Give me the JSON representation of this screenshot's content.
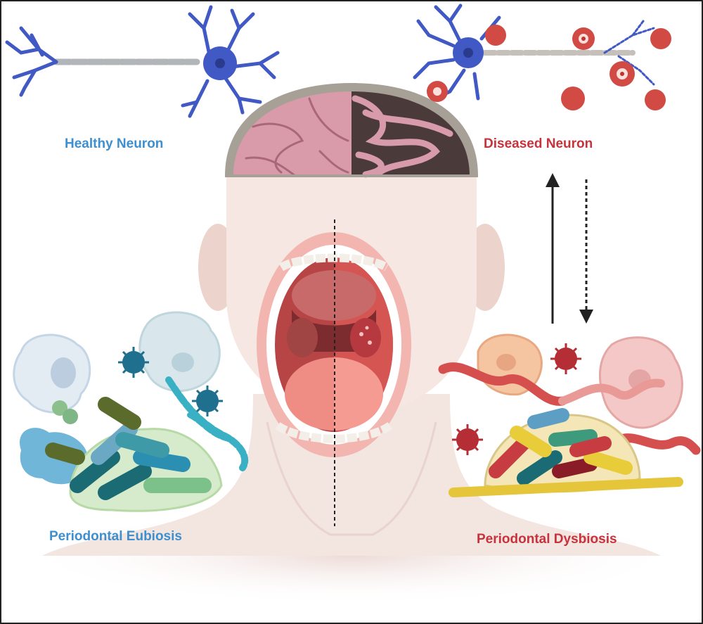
{
  "labels": {
    "healthy_neuron": "Healthy Neuron",
    "diseased_neuron": "Diseased Neuron",
    "periodontal_eubiosis": "Periodontal Eubiosis",
    "periodontal_dysbiosis": "Periodontal Dysbiosis"
  },
  "colors": {
    "healthy_text": "#3d8fd0",
    "diseased_text": "#c8323c",
    "neuron_blue": "#3f5fc8",
    "skin": "#f2e2dc",
    "brain": "#c98b9a",
    "mouth": "#d24848",
    "eubiosis_green": "#3f9a6a",
    "eubiosis_teal": "#1d8ea5",
    "dysbiosis_red": "#c63c40",
    "dysbiosis_yellow": "#e8cc3a"
  },
  "icons": {
    "healthy_neuron": "neuron-icon",
    "diseased_neuron": "diseased-neuron-icon",
    "head": "head-icon",
    "brain": "brain-icon",
    "mouth": "open-mouth-icon",
    "eubiosis": "bacteria-cluster-icon",
    "dysbiosis": "pathogen-cluster-icon",
    "up_arrow": "arrow-up-icon",
    "down_arrow": "dashed-arrow-down-icon"
  }
}
